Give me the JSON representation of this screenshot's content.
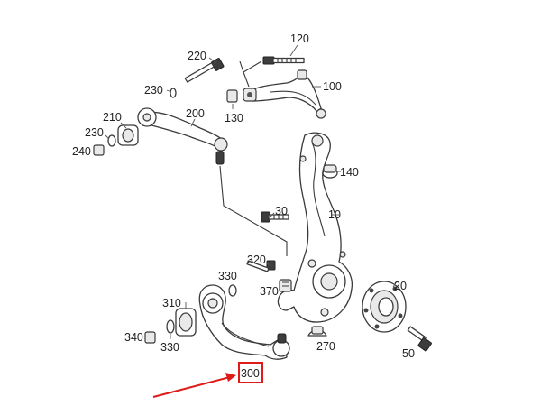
{
  "diagram": {
    "callouts": {
      "p10": "10",
      "p20": "20",
      "p30": "30",
      "p50": "50",
      "p100": "100",
      "p120": "120",
      "p130": "130",
      "p140": "140",
      "p200": "200",
      "p210": "210",
      "p220": "220",
      "p230a": "230",
      "p230b": "230",
      "p240": "240",
      "p270": "270",
      "p300": "300",
      "p310": "310",
      "p320": "320",
      "p330a": "330",
      "p330b": "330",
      "p340": "340",
      "p370": "370"
    },
    "colors": {
      "highlight": "#e01919",
      "arrow": "#e01919",
      "line": "#3a3a3a"
    }
  }
}
